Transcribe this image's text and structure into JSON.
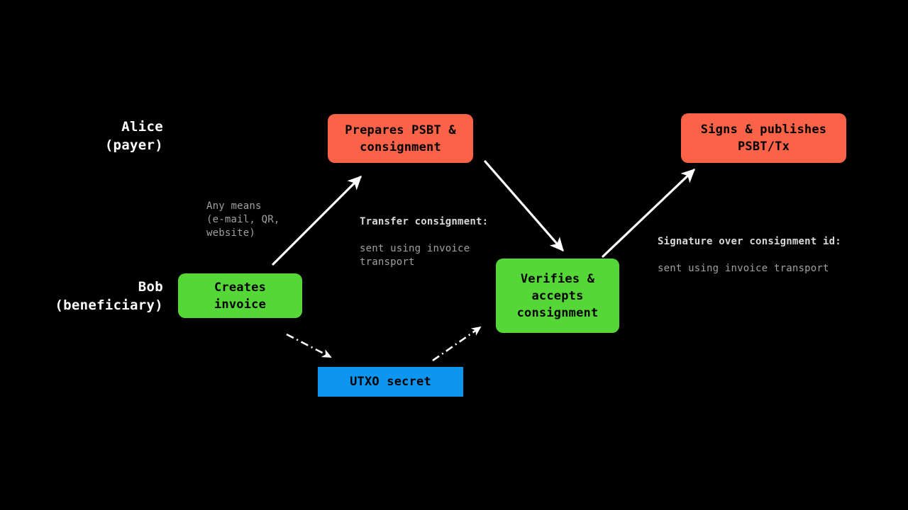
{
  "diagram": {
    "background_color": "#000000",
    "actors": [
      {
        "id": "alice",
        "who": "Alice",
        "role": "(payer)"
      },
      {
        "id": "bob",
        "who": "Bob",
        "role": "(beneficiary)"
      }
    ],
    "nodes": [
      {
        "id": "prepares-psbt",
        "label": "Prepares PSBT &\nconsignment",
        "color": "#fa6347",
        "shape": "rounded-rect",
        "lane": "alice"
      },
      {
        "id": "signs-publishes",
        "label": "Signs & publishes\nPSBT/Tx",
        "color": "#fa6347",
        "shape": "rounded-rect",
        "lane": "alice"
      },
      {
        "id": "creates-invoice",
        "label": "Creates\ninvoice",
        "color": "#55d737",
        "shape": "rounded-rect",
        "lane": "bob"
      },
      {
        "id": "verifies-accepts",
        "label": "Verifies &\naccepts\nconsignment",
        "color": "#55d737",
        "shape": "rounded-rect",
        "lane": "bob"
      },
      {
        "id": "utxo-secret",
        "label": "UTXO secret",
        "color": "#0d96f0",
        "shape": "rect",
        "lane": "bob"
      }
    ],
    "edge_labels": [
      {
        "id": "any-means",
        "head": "",
        "body": "Any means\n(e-mail, QR,\nwebsite)",
        "style": "plain"
      },
      {
        "id": "transfer-consignment",
        "head": "Transfer consignment:",
        "body": "sent using invoice\ntransport",
        "style": "head-body"
      },
      {
        "id": "signature-over-consignment-id",
        "head": "Signature over consignment id:",
        "body": "sent using invoice transport",
        "style": "head-body"
      }
    ],
    "edges": [
      {
        "id": "invoice-to-psbt",
        "from": "creates-invoice",
        "to": "prepares-psbt",
        "stroke": "solid",
        "color": "#ffffff"
      },
      {
        "id": "psbt-to-verifies",
        "from": "prepares-psbt",
        "to": "verifies-accepts",
        "stroke": "solid",
        "color": "#ffffff"
      },
      {
        "id": "verifies-to-signs",
        "from": "verifies-accepts",
        "to": "signs-publishes",
        "stroke": "solid",
        "color": "#ffffff"
      },
      {
        "id": "invoice-to-utxo",
        "from": "creates-invoice",
        "to": "utxo-secret",
        "stroke": "dash-dot",
        "color": "#ffffff"
      },
      {
        "id": "utxo-to-verifies",
        "from": "utxo-secret",
        "to": "verifies-accepts",
        "stroke": "dash-dot",
        "color": "#ffffff"
      }
    ]
  }
}
